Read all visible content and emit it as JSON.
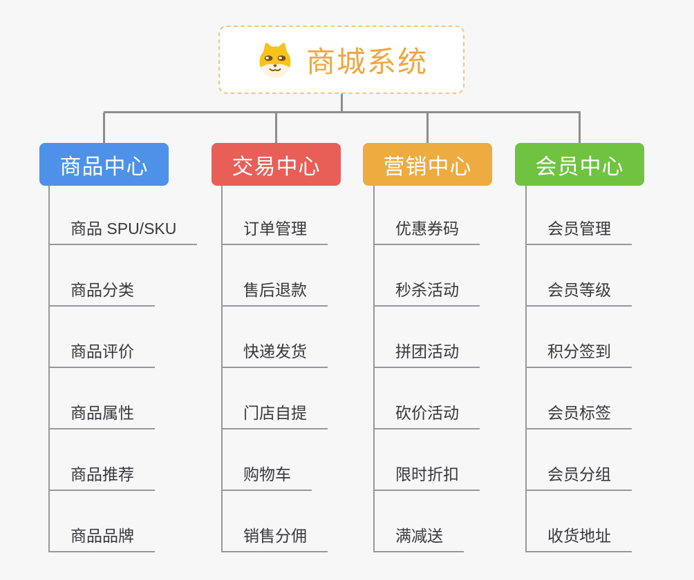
{
  "root": {
    "title": "商城系统",
    "icon": "shiba-dog-icon",
    "text_color": "#f0a63f",
    "border_color": "#f2c57e"
  },
  "connector_color": "#8d8d8d",
  "branches": [
    {
      "label": "商品中心",
      "color": "#4d92e8",
      "children": [
        "商品 SPU/SKU",
        "商品分类",
        "商品评价",
        "商品属性",
        "商品推荐",
        "商品品牌"
      ]
    },
    {
      "label": "交易中心",
      "color": "#e85f58",
      "children": [
        "订单管理",
        "售后退款",
        "快递发货",
        "门店自提",
        "购物车",
        "销售分佣"
      ]
    },
    {
      "label": "营销中心",
      "color": "#edab40",
      "children": [
        "优惠券码",
        "秒杀活动",
        "拼团活动",
        "砍价活动",
        "限时折扣",
        "满减送"
      ]
    },
    {
      "label": "会员中心",
      "color": "#70c340",
      "children": [
        "会员管理",
        "会员等级",
        "积分签到",
        "会员标签",
        "会员分组",
        "收货地址"
      ]
    }
  ]
}
